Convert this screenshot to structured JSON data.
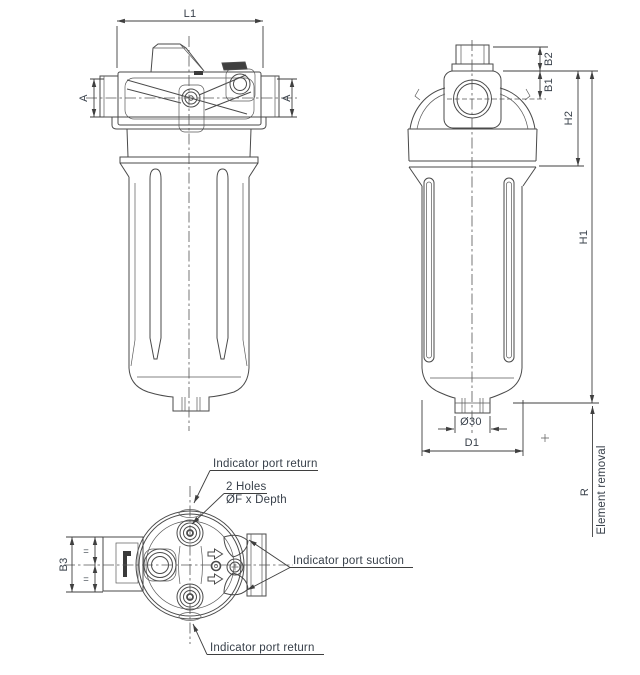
{
  "dim_labels": {
    "l1": "L1",
    "a_left": "A",
    "a_right": "A",
    "b2": "B2",
    "b1": "B1",
    "h2": "H2",
    "h1": "H1",
    "r": "R",
    "dia30": "Ø30",
    "d1": "D1",
    "b3": "B3",
    "eq_upper": "=",
    "eq_lower": "="
  },
  "annotations": {
    "indicator_port_return_top": "Indicator port return",
    "holes_count": "2 Holes",
    "holes_size": "ØF x Depth",
    "indicator_port_suction": "Indicator port suction",
    "indicator_port_return_bottom": "Indicator port return",
    "element_removal": "Element removal"
  },
  "colors": {
    "line": "#4a4a4a",
    "dim": "#3f3f3f",
    "text": "#38404a",
    "background": "#ffffff"
  }
}
